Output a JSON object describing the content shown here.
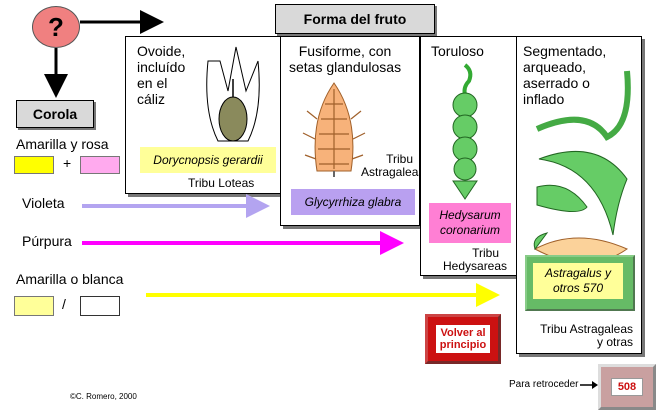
{
  "colors": {
    "violet": "#b3a4f0",
    "purple": "#ff00ff",
    "yellow": "#ffff00",
    "pink": "#ffaaee",
    "light_yellow": "#ffff99",
    "lavender": "#b9a0f0",
    "green": "#66cc66",
    "question": "#f08080",
    "button": "#cc1111"
  },
  "header": {
    "question_mark": "?",
    "title": "Forma del fruto"
  },
  "corola": {
    "title": "Corola",
    "amarilla_rosa": "Amarilla y rosa",
    "plus": "+",
    "violeta": "Violeta",
    "purpura": "Púrpura",
    "amarilla_blanca": "Amarilla o blanca",
    "slash": "/"
  },
  "panels": [
    {
      "desc": "Ovoide,\nincluído\nen el\ncáliz",
      "species": "Dorycnopsis gerardii",
      "tribe": "Tribu Loteas"
    },
    {
      "desc": "Fusiforme, con\nsetas glandulosas",
      "species": "Glycyrrhiza glabra",
      "tribe": "Tribu\nAstragaleas"
    },
    {
      "desc": "Toruloso",
      "species": "Hedysarum\ncoronarium",
      "tribe": "Tribu\nHedysareas"
    },
    {
      "desc": "Segmentado,\narqueado,\naserrado o\ninflado",
      "species": "Astragalus y\notros 570",
      "tribe": "Tribu Astragaleas\ny otras"
    }
  ],
  "buttons": {
    "volver": "Volver al\nprincipio",
    "retroceder": "Para retroceder",
    "page_num": "508"
  },
  "credit": "©C. Romero, 2000"
}
